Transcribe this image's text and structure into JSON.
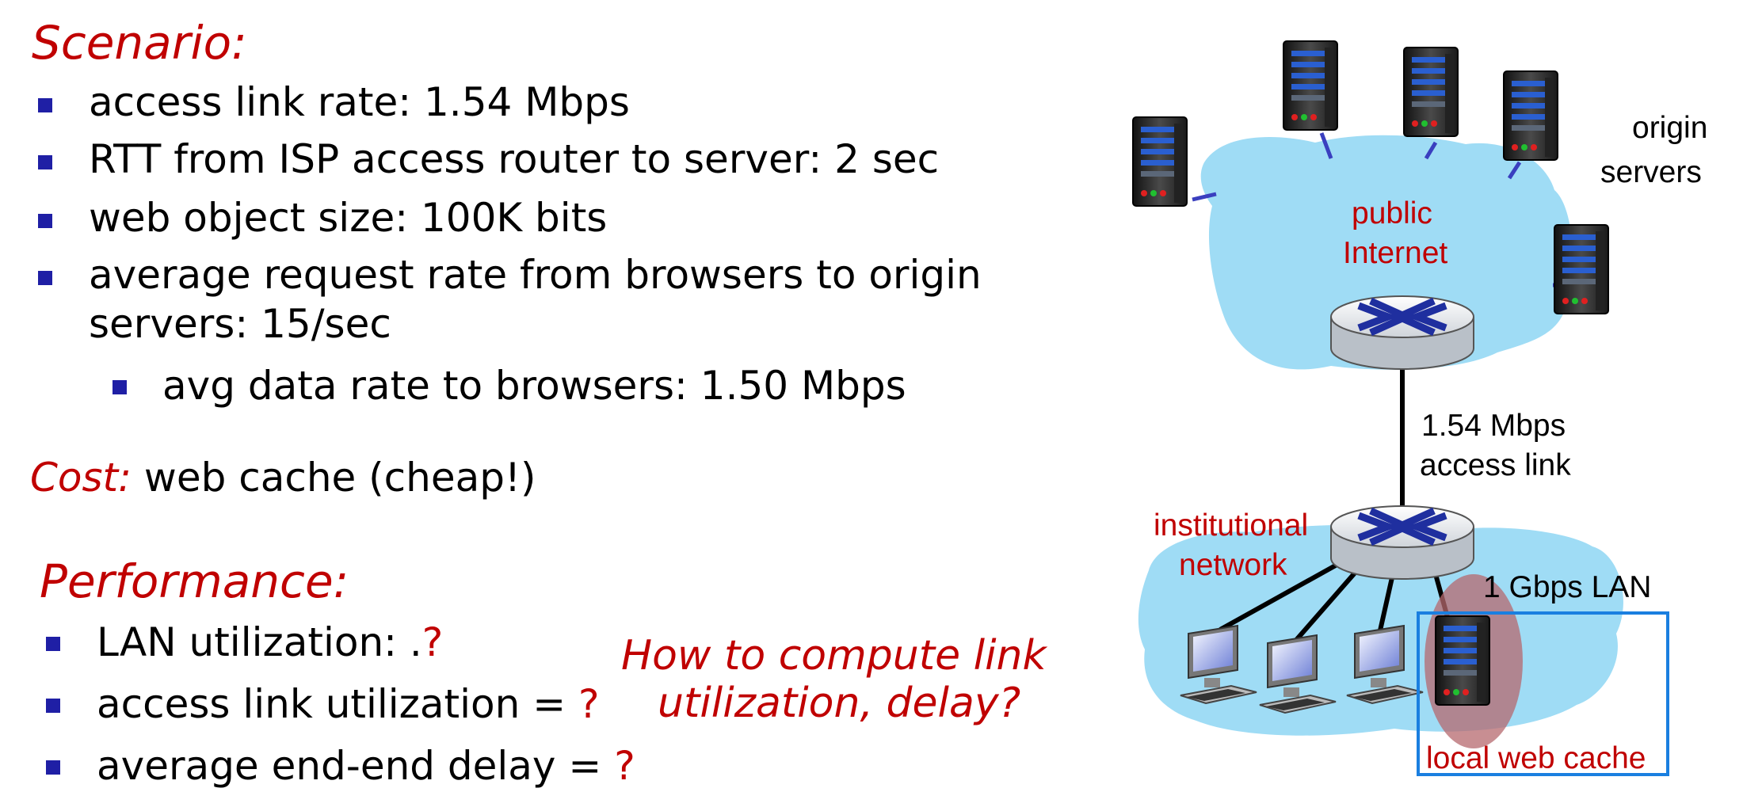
{
  "scenario": {
    "heading": "Scenario:",
    "bullets": [
      "access link rate: 1.54 Mbps",
      "RTT from ISP access router to server: 2 sec",
      "web object size: 100K bits",
      "average request rate from browsers to origin",
      "servers: 15/sec"
    ],
    "sub_bullet": "avg data rate to browsers: 1.50 Mbps"
  },
  "cost": {
    "label": "Cost:",
    "text": "web cache (cheap!)"
  },
  "performance": {
    "heading": "Performance:",
    "items": [
      {
        "text": "LAN utilization: .",
        "q": "?"
      },
      {
        "text": "access link utilization = ",
        "q": "?"
      },
      {
        "text": "average end-end delay  = ",
        "q": "?"
      }
    ]
  },
  "question": {
    "line1": "How to compute link",
    "line2": "utilization, delay?"
  },
  "diagram": {
    "origin_servers_line1": "origin",
    "origin_servers_line2": "servers",
    "public_internet_line1": "public",
    "public_internet_line2": "Internet",
    "access_link_line1": "1.54 Mbps",
    "access_link_line2": "access link",
    "institutional_line1": "institutional",
    "institutional_line2": "network",
    "lan_label": "1 Gbps LAN",
    "cache_label": "local web cache"
  },
  "colors": {
    "accent_red": "#c00000",
    "bullet_blue": "#1f1fa5",
    "cloud": "#9fdcf5",
    "cache_box": "#1a7fe0",
    "cache_highlight": "#b5686e"
  }
}
